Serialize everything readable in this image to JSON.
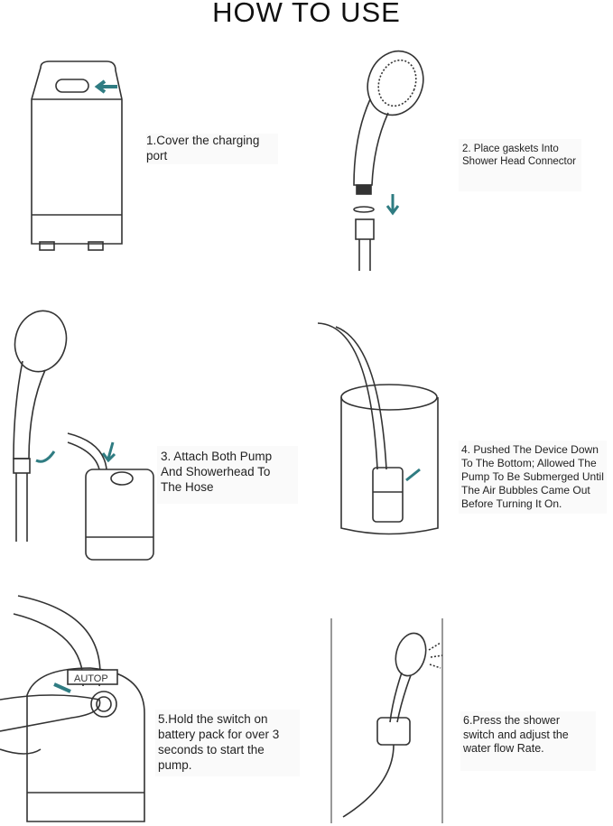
{
  "title": "HOW TO USE",
  "brand_label": "AUTOP",
  "accent_color": "#2f7c82",
  "steps": [
    {
      "text": "1.Cover the charging port"
    },
    {
      "text": "2. Place gaskets Into Shower Head Connector"
    },
    {
      "text": "3. Attach Both Pump And Showerhead To The Hose"
    },
    {
      "text": "4. Pushed The Device Down To The Bottom; Allowed The Pump To Be Submerged Until The Air Bubbles Came Out Before Turning It On."
    },
    {
      "text": "5.Hold the switch on battery pack for over 3 seconds to start the pump."
    },
    {
      "text": "6.Press the shower switch and adjust the water flow Rate."
    }
  ]
}
